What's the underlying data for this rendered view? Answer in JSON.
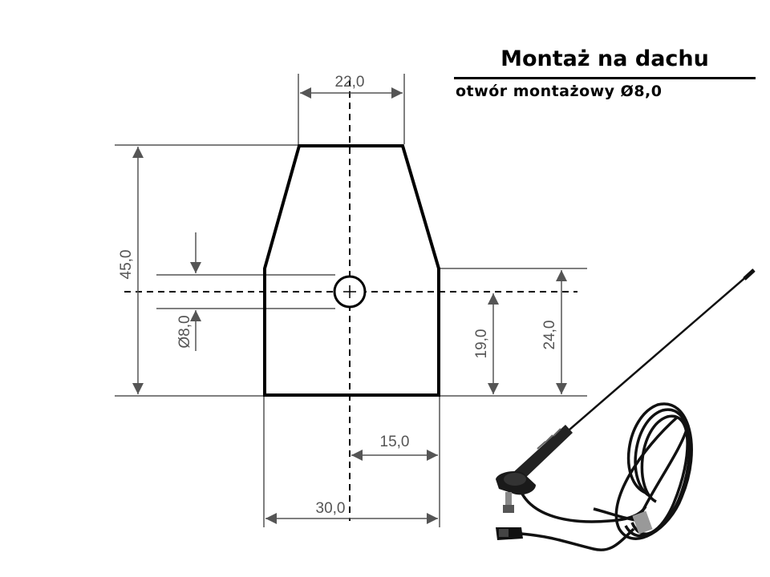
{
  "header": {
    "title": "Montaż na dachu",
    "subtitle": "otwór montażowy  Ø8,0"
  },
  "dimensions": {
    "top_width": "22,0",
    "height_total": "45,0",
    "hole_diameter": "Ø8,0",
    "side_height": "19,0",
    "right_height": "24,0",
    "half_width": "15,0",
    "bottom_width": "30,0"
  },
  "colors": {
    "outline": "#000000",
    "dimension": "#555555",
    "cable": "#111111"
  },
  "icons": {
    "product": "car-roof-antenna-with-cable"
  }
}
